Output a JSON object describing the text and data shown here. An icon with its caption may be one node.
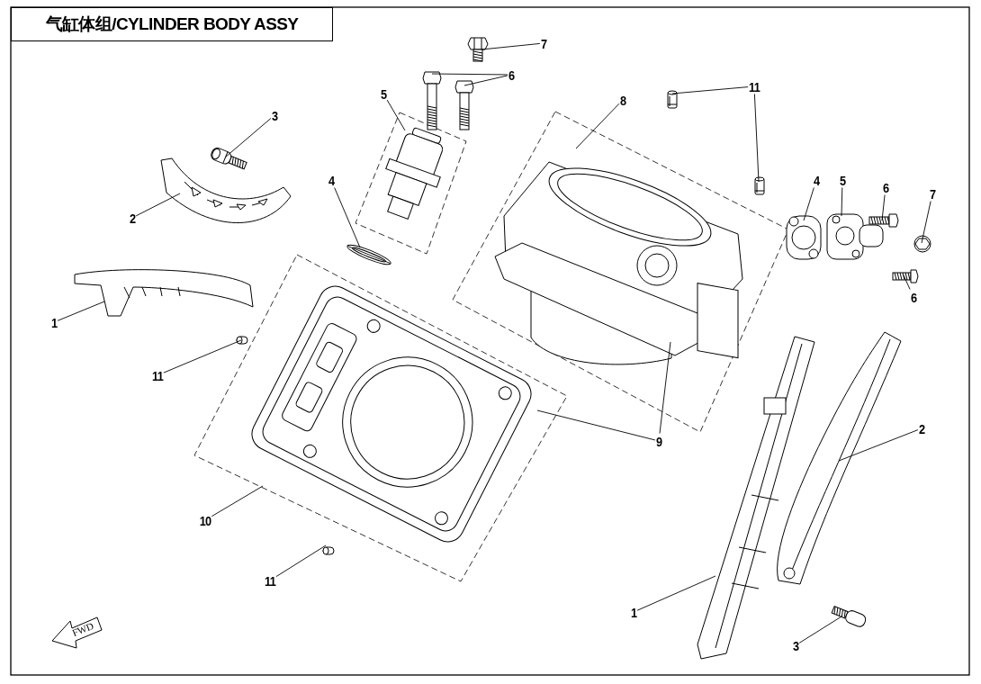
{
  "diagram": {
    "nodes": [
      {
        "text": [
          "气缸体组/CYLINDER BODY ASSY"
        ]
      },
      {
        "text": [
          "7"
        ]
      },
      {
        "text": [
          "6"
        ]
      },
      {
        "text": [
          "5"
        ]
      },
      {
        "text": [
          "3"
        ]
      },
      {
        "text": [
          "4"
        ]
      },
      {
        "text": [
          "2"
        ]
      },
      {
        "text": [
          "1"
        ]
      },
      {
        "text": [
          "11"
        ]
      },
      {
        "text": [
          "10"
        ]
      },
      {
        "text": [
          "11"
        ]
      },
      {
        "text": [
          "8"
        ]
      },
      {
        "text": [
          "11"
        ]
      },
      {
        "text": [
          "4"
        ]
      },
      {
        "text": [
          "5"
        ]
      },
      {
        "text": [
          "6"
        ]
      },
      {
        "text": [
          "7"
        ]
      },
      {
        "text": [
          "6"
        ]
      },
      {
        "text": [
          "9"
        ]
      },
      {
        "text": [
          "2"
        ]
      },
      {
        "text": [
          "1"
        ]
      },
      {
        "text": [
          "3"
        ]
      },
      {
        "text": [],
        "shape": "picture"
      },
      {
        "text": [],
        "shape": "picture"
      },
      {
        "text": [],
        "shape": "picture"
      },
      {
        "text": [],
        "shape": "picture"
      },
      {
        "text": [],
        "shape": "picture"
      },
      {
        "text": [],
        "shape": "picture"
      },
      {
        "text": [],
        "shape": "picture"
      },
      {
        "text": [],
        "shape": "picture"
      },
      {
        "text": [],
        "shape": "picture"
      },
      {
        "text": [],
        "shape": "picture"
      },
      {
        "text": [],
        "shape": "picture"
      },
      {
        "text": [],
        "shape": "picture"
      },
      {
        "text": [],
        "shape": "picture"
      },
      {
        "text": [],
        "shape": "picture"
      },
      {
        "text": [],
        "shape": "picture"
      },
      {
        "text": [],
        "shape": "picture"
      },
      {
        "text": [],
        "shape": "picture"
      },
      {
        "text": [],
        "shape": "picture"
      },
      {
        "text": [],
        "shape": "picture"
      },
      {
        "text": [],
        "shape": "picture"
      },
      {
        "text": [],
        "shape": "picture"
      },
      {
        "text": [],
        "shape": "picture"
      }
    ],
    "edges": [
      {
        "from": 1,
        "to": 22,
        "arrow": "none"
      },
      {
        "from": 2,
        "to": 23,
        "arrow": "none"
      },
      {
        "from": 2,
        "to": 24,
        "arrow": "none"
      },
      {
        "from": 3,
        "to": 25,
        "arrow": "none"
      },
      {
        "from": 4,
        "to": 26,
        "arrow": "none"
      },
      {
        "from": 5,
        "to": 28,
        "arrow": "none"
      },
      {
        "from": 6,
        "to": 27,
        "arrow": "none"
      },
      {
        "from": 7,
        "to": 29,
        "arrow": "none"
      },
      {
        "from": 8,
        "to": 30,
        "arrow": "none"
      },
      {
        "from": 9,
        "to": 31,
        "arrow": "none"
      },
      {
        "from": 10,
        "to": 32,
        "arrow": "none"
      },
      {
        "from": 11,
        "to": 33,
        "arrow": "none"
      },
      {
        "from": 12,
        "to": 34,
        "arrow": "none"
      },
      {
        "from": 12,
        "to": 35,
        "arrow": "none"
      },
      {
        "from": 13,
        "to": 36,
        "arrow": "none"
      },
      {
        "from": 14,
        "to": 37,
        "arrow": "none"
      },
      {
        "from": 15,
        "to": 38,
        "arrow": "none"
      },
      {
        "from": 16,
        "to": 39,
        "arrow": "none"
      },
      {
        "from": 17,
        "to": 40,
        "arrow": "none"
      },
      {
        "from": 18,
        "to": 31,
        "arrow": "none"
      },
      {
        "from": 18,
        "to": 33,
        "arrow": "none"
      },
      {
        "from": 19,
        "to": 42,
        "arrow": "none"
      },
      {
        "from": 20,
        "to": 41,
        "arrow": "none"
      },
      {
        "from": 21,
        "to": 43,
        "arrow": "none"
      }
    ],
    "labels": [
      "FWD"
    ]
  }
}
